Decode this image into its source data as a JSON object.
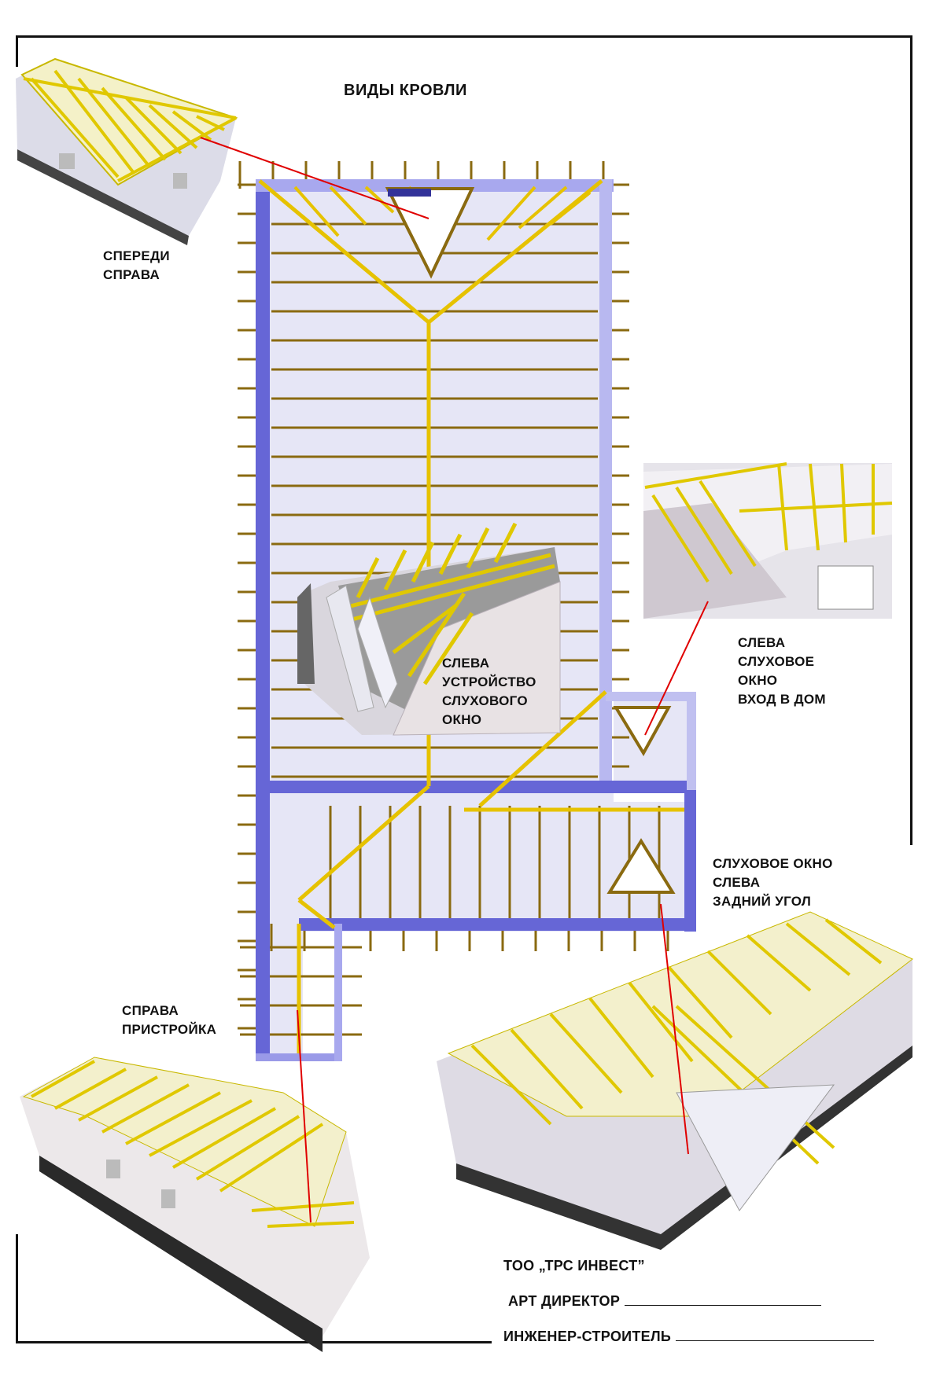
{
  "title": "ВИДЫ КРОВЛИ",
  "views": {
    "front_right": "СПЕРЕДИ\nСПРАВА",
    "left_dormer_construction": "СЛЕВА\nУСТРОЙСТВО\nСЛУХОВОГО\nОКНО",
    "left_dormer_entrance": "СЛЕВА\nСЛУХОВОЕ\nОКНО\nВХОД В ДОМ",
    "dormer_left_back_corner": "СЛУХОВОЕ ОКНО\nСЛЕВА\nЗАДНИЙ УГОЛ",
    "right_extension": "СПРАВА\nПРИСТРОЙКА"
  },
  "footer": {
    "company": "ТОО „ТРС ИНВЕСТ”",
    "art_director": "АРТ ДИРЕКТОР",
    "engineer": "ИНЖЕНЕР-СТРОИТЕЛЬ"
  },
  "colors": {
    "rafter": "#e6c200",
    "rafter_dark": "#8a6a10",
    "plan_border": "#6666d6",
    "plan_fill": "#e6e6f6",
    "pointer_line": "#e00000"
  }
}
